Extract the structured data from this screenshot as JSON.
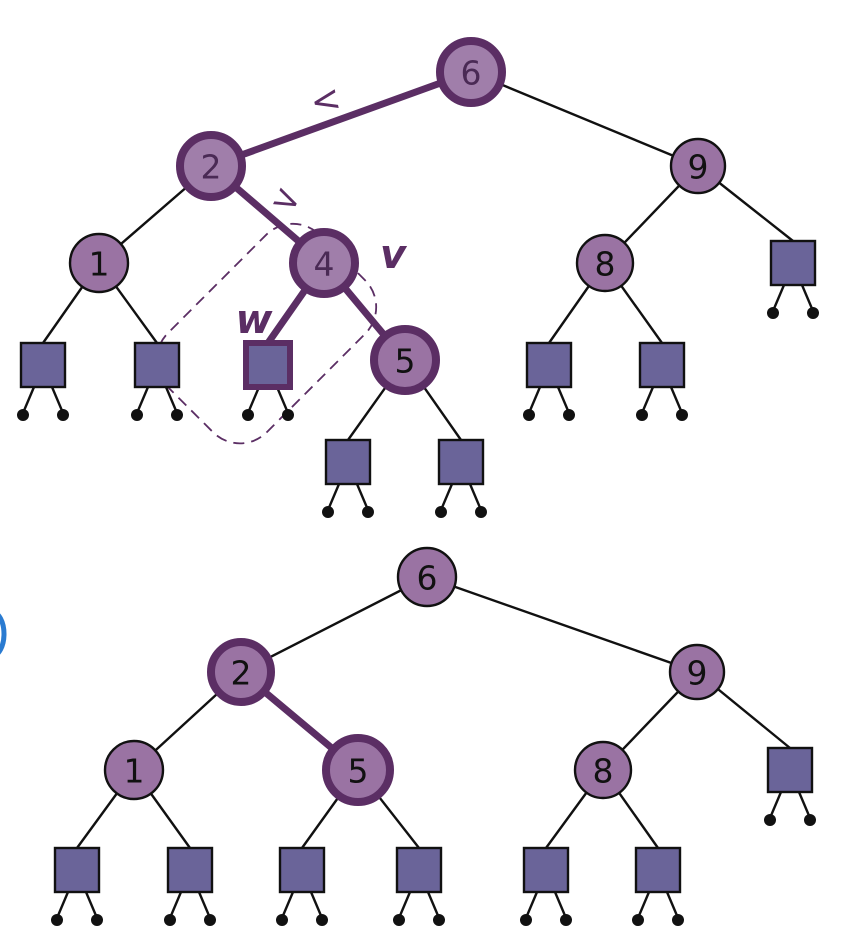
{
  "colors": {
    "node_fill": "#9a73a3",
    "node_fill_faded": "#a07eaa",
    "leaf_fill": "#6a6499",
    "highlight": "#5b2e64",
    "edge": "#111111",
    "annotation": "#5b2e64",
    "side_mark": "#2a7bd1"
  },
  "before": {
    "nodes": [
      {
        "id": "n6",
        "key": "6",
        "emphasis": true,
        "faded": true
      },
      {
        "id": "n2",
        "key": "2",
        "emphasis": true,
        "faded": true
      },
      {
        "id": "n9",
        "key": "9"
      },
      {
        "id": "n1",
        "key": "1"
      },
      {
        "id": "n4",
        "key": "4",
        "emphasis": true,
        "faded": true
      },
      {
        "id": "n8",
        "key": "8"
      },
      {
        "id": "n5",
        "key": "5",
        "emphasis": true
      }
    ],
    "edge_labels": {
      "lt": "<",
      "gt": ">"
    },
    "labels": {
      "v": "v",
      "w": "w"
    }
  },
  "after": {
    "nodes": [
      {
        "id": "a6",
        "key": "6"
      },
      {
        "id": "a2",
        "key": "2",
        "emphasis": true
      },
      {
        "id": "a9",
        "key": "9"
      },
      {
        "id": "a1",
        "key": "1"
      },
      {
        "id": "a5",
        "key": "5",
        "emphasis": true
      },
      {
        "id": "a8",
        "key": "8"
      }
    ]
  }
}
